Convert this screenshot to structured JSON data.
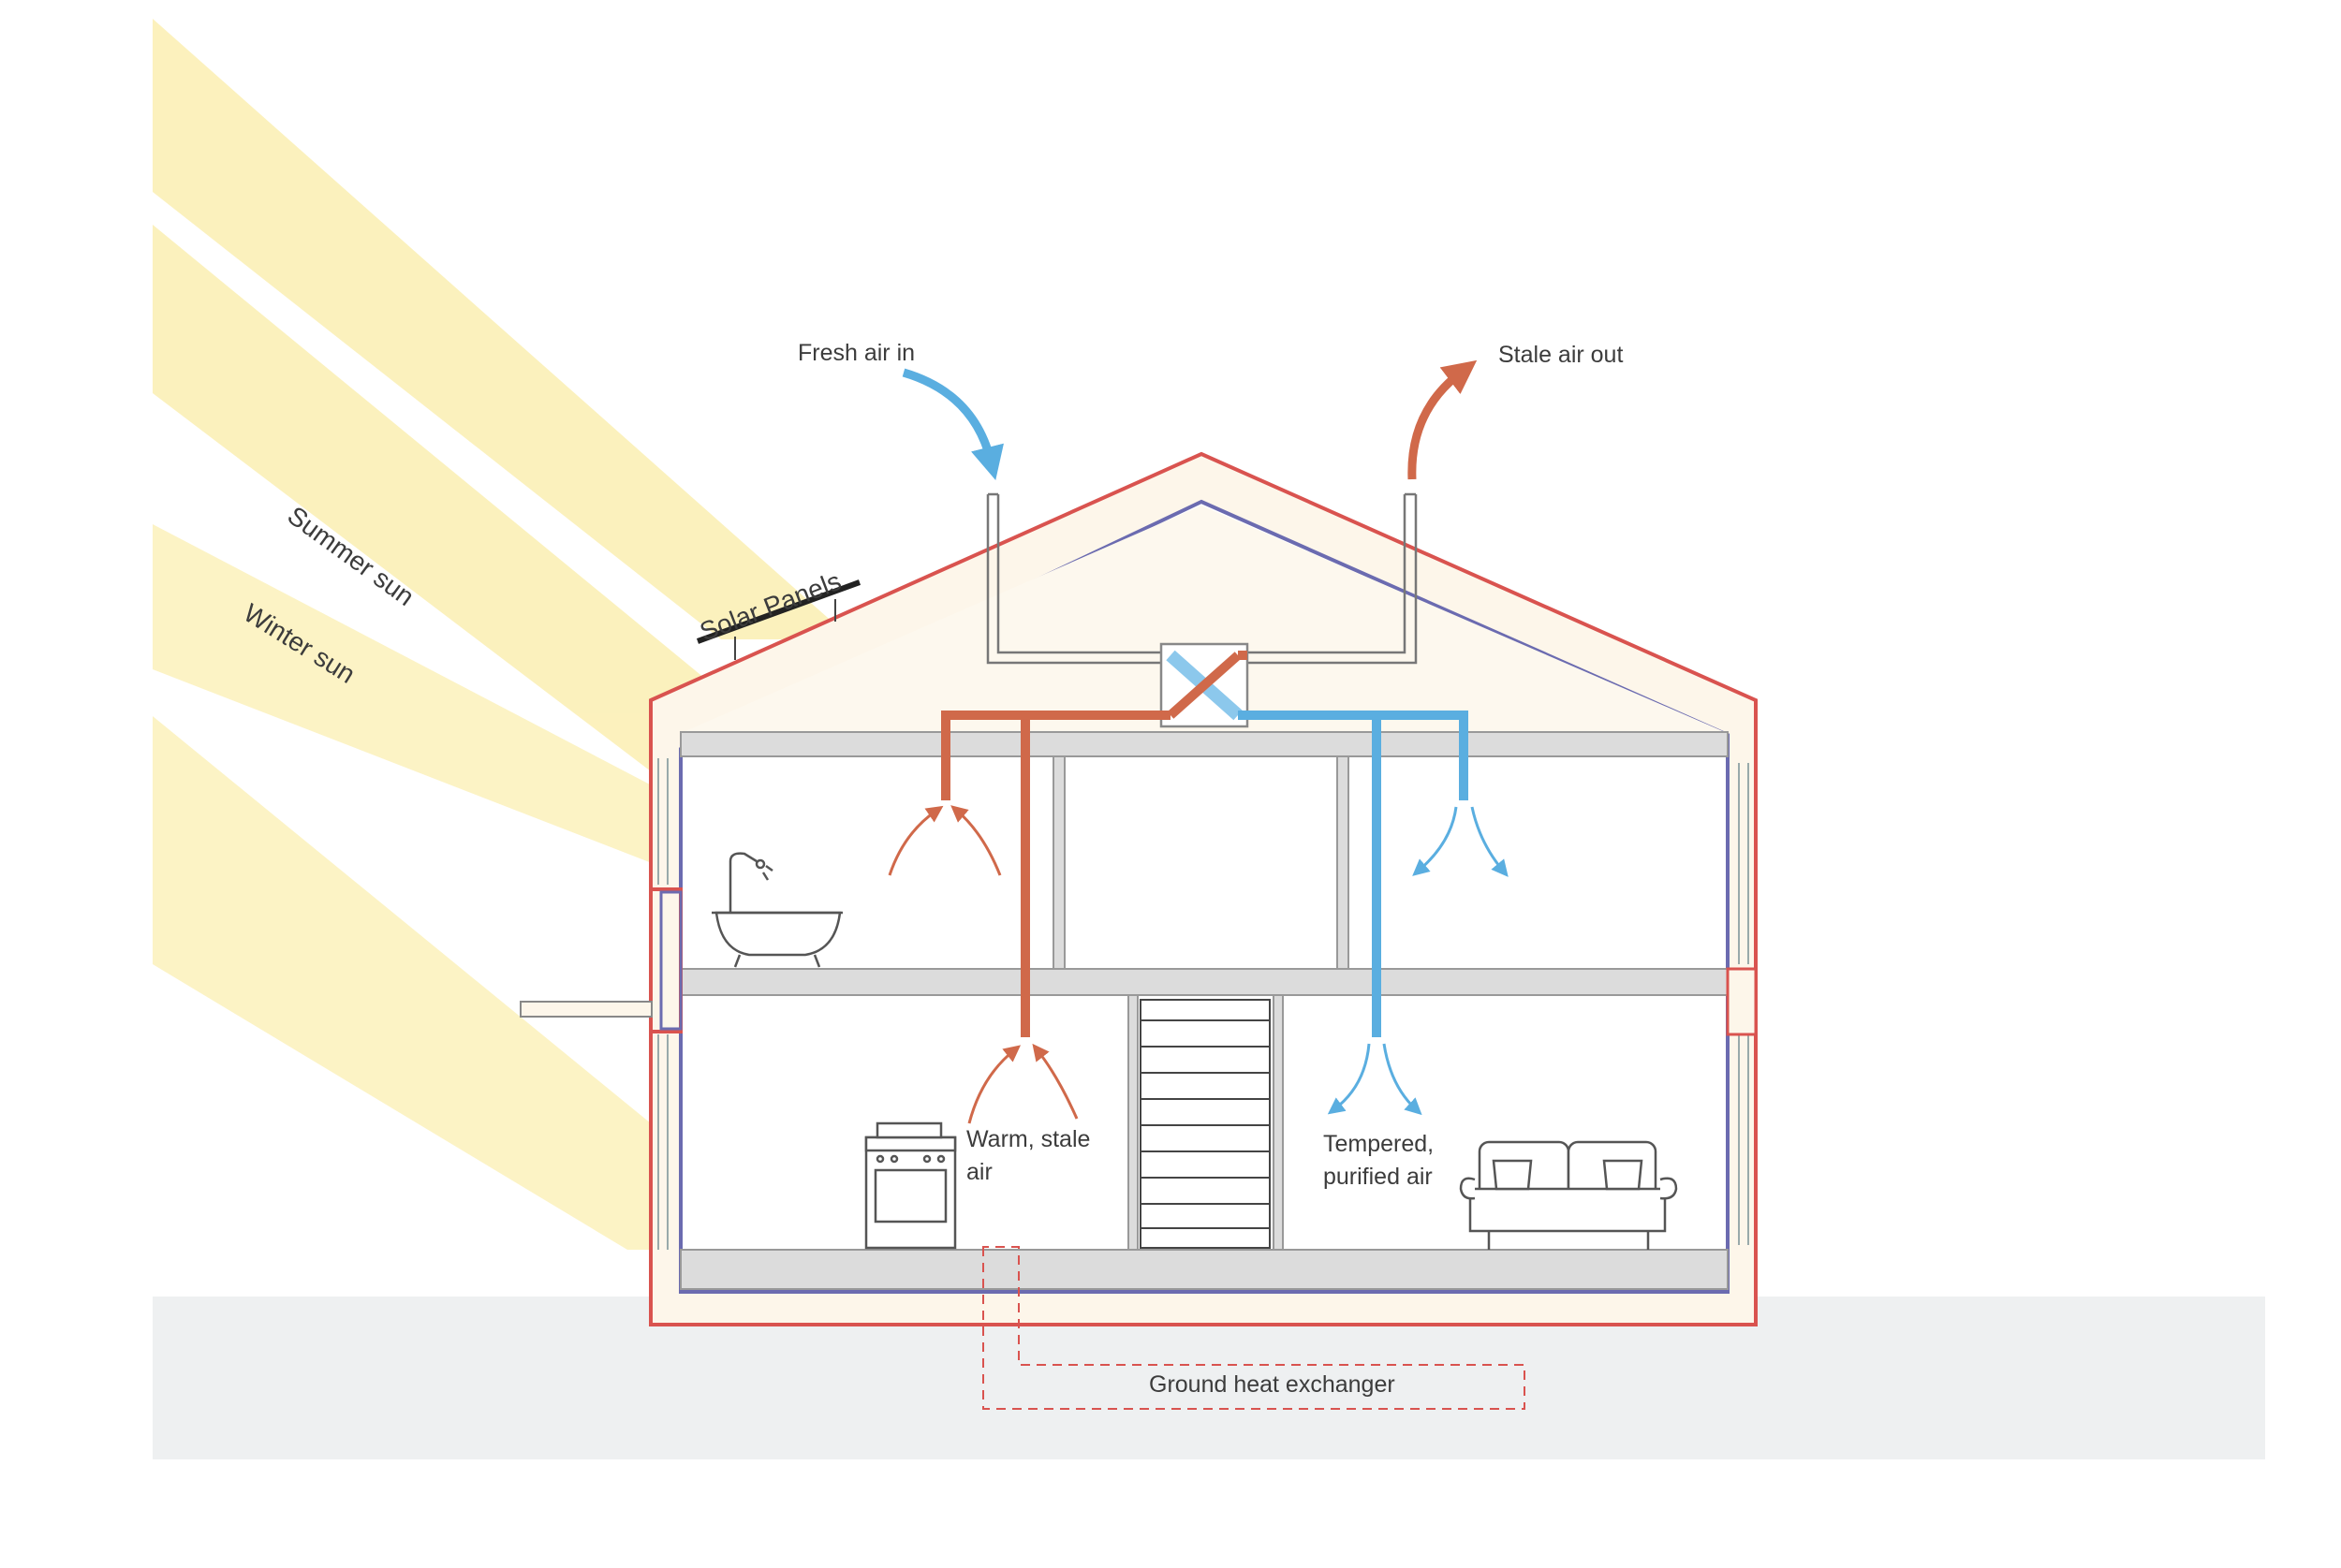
{
  "labels": {
    "fresh_air_in": "Fresh air in",
    "stale_air_out": "Stale air out",
    "solar_panels": "Solar Panels",
    "summer_sun": "Summer sun",
    "winter_sun": "Winter sun",
    "warm_stale_air_line1": "Warm, stale",
    "warm_stale_air_line2": "air",
    "tempered_air_line1": "Tempered,",
    "tempered_air_line2": "purified air",
    "ground_heat_exchanger": "Ground heat exchanger"
  },
  "colors": {
    "warm_air": "#d0694a",
    "fresh_air": "#5aaee0",
    "outer_wall": "#d9534f",
    "inner_wall": "#6b6bb0",
    "insulation": "#fdf6ea",
    "sunbeam": "#fbefb2",
    "ground": "#eef0f1",
    "floor": "#dcdcdc"
  }
}
